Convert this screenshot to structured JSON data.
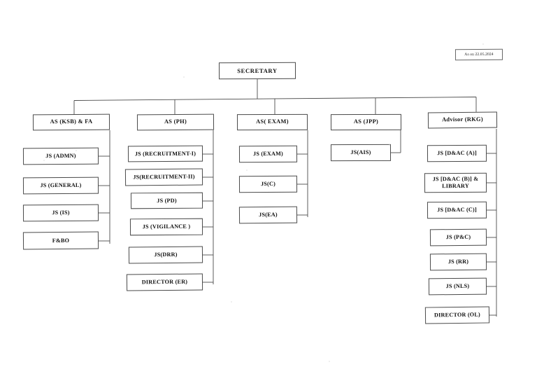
{
  "document": {
    "type": "organisation-chart",
    "date_stamp": "As on 22.05.2024",
    "background_color": "#ffffff",
    "line_color": "#4a4a4a"
  },
  "root": {
    "label": "SECRETARY"
  },
  "branches": [
    {
      "head": "AS (KSB) & FA",
      "children": [
        "JS (ADMN)",
        "JS (GENERAL)",
        "JS (IS)",
        "F&BO"
      ]
    },
    {
      "head": "AS (PH)",
      "children": [
        "JS (RECRUITMENT-I)",
        "JS(RECRUITMENT-II)",
        "JS (PD)",
        "JS (VIGILANCE )",
        "JS(DRR)",
        "DIRECTOR (ER)"
      ]
    },
    {
      "head": "AS( EXAM)",
      "children": [
        "JS (EXAM)",
        "JS(C)",
        "JS(EA)"
      ]
    },
    {
      "head": "AS (JPP)",
      "children": [
        "JS(AIS)"
      ]
    },
    {
      "head": "Advisor (RKG)",
      "children": [
        "JS [D&AC (A)]",
        "JS [D&AC (B)] & LIBRARY",
        "JS [D&AC (C)]",
        "JS (P&C)",
        "JS (RR)",
        "JS (NLS)",
        "DIRECTOR (OL)"
      ]
    }
  ]
}
